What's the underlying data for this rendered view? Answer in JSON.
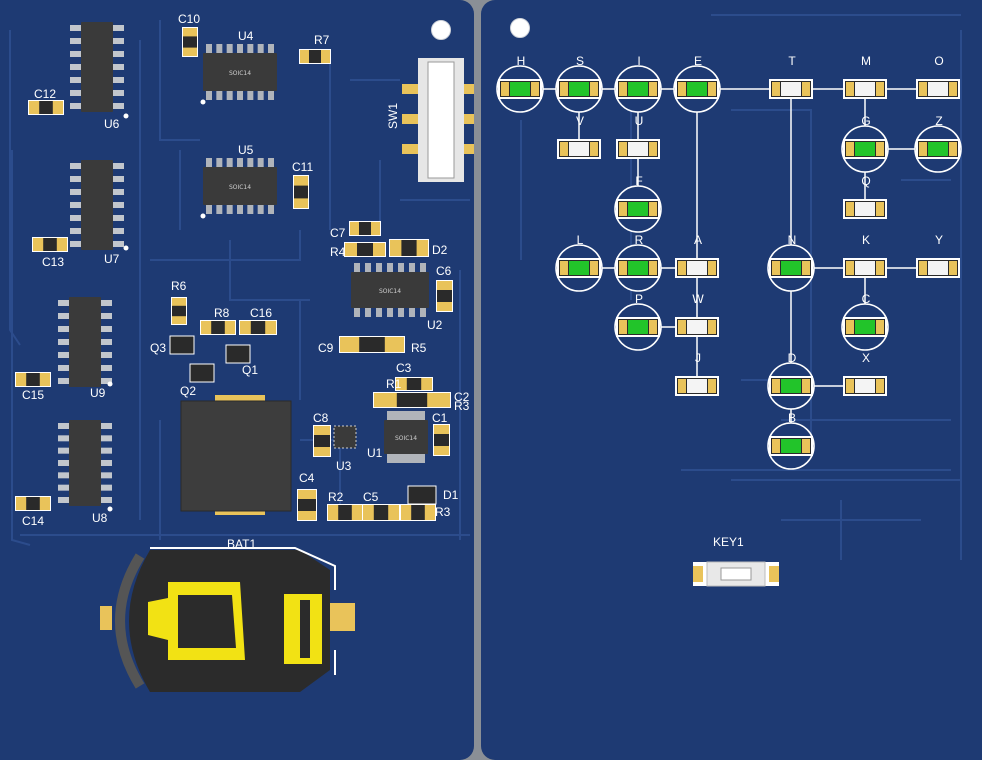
{
  "boards": {
    "left": {
      "labels": {
        "c10": "C10",
        "u4": "U4",
        "r7": "R7",
        "c12": "C12",
        "u6": "U6",
        "sw1": "SW1",
        "u5": "U5",
        "c11": "C11",
        "c13": "C13",
        "u7": "U7",
        "c7": "C7",
        "r4": "R4",
        "d2": "D2",
        "c6": "C6",
        "r6": "R6",
        "r8": "R8",
        "c16": "C16",
        "u2": "U2",
        "q3": "Q3",
        "q1": "Q1",
        "c9": "C9",
        "r5": "R5",
        "c15": "C15",
        "u9": "U9",
        "q2": "Q2",
        "c3": "C3",
        "r1": "R1",
        "c2": "C2",
        "r3_top": "R3",
        "c8": "C8",
        "u3": "U3",
        "u1": "U1",
        "c1": "C1",
        "c4": "C4",
        "r2": "R2",
        "c5": "C5",
        "d1": "D1",
        "r3": "R3",
        "c14": "C14",
        "u8": "U8",
        "bat1": "BAT1"
      },
      "chip_marking": "SOIC14"
    },
    "right": {
      "leds": [
        {
          "id": "H",
          "kind": "green"
        },
        {
          "id": "S",
          "kind": "green"
        },
        {
          "id": "I",
          "kind": "green"
        },
        {
          "id": "E",
          "kind": "green"
        },
        {
          "id": "T",
          "kind": "white"
        },
        {
          "id": "M",
          "kind": "white"
        },
        {
          "id": "O",
          "kind": "white"
        },
        {
          "id": "V",
          "kind": "white"
        },
        {
          "id": "U",
          "kind": "white"
        },
        {
          "id": "G",
          "kind": "green"
        },
        {
          "id": "Z",
          "kind": "green"
        },
        {
          "id": "F",
          "kind": "green"
        },
        {
          "id": "Q",
          "kind": "white"
        },
        {
          "id": "L",
          "kind": "green"
        },
        {
          "id": "R",
          "kind": "green"
        },
        {
          "id": "A",
          "kind": "white"
        },
        {
          "id": "N",
          "kind": "green"
        },
        {
          "id": "K",
          "kind": "white"
        },
        {
          "id": "Y",
          "kind": "white"
        },
        {
          "id": "P",
          "kind": "green"
        },
        {
          "id": "W",
          "kind": "white"
        },
        {
          "id": "C",
          "kind": "green"
        },
        {
          "id": "J",
          "kind": "white"
        },
        {
          "id": "D",
          "kind": "green"
        },
        {
          "id": "X",
          "kind": "white"
        },
        {
          "id": "B",
          "kind": "green"
        }
      ],
      "key_label": "KEY1"
    }
  },
  "colors": {
    "board": "#1e3a73",
    "silkscreen": "#ffffff",
    "pad_gold": "#e9c35a",
    "led_green": "#22c42a",
    "chip": "#3a3a3a",
    "battery_gold": "#f2e214",
    "battery_holder": "#2b2b2b"
  }
}
